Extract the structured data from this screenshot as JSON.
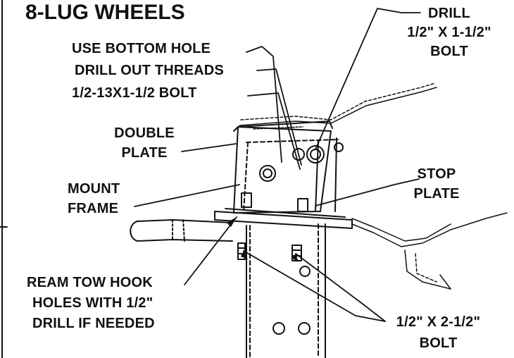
{
  "title": "8-LUG WHEELS",
  "labels": {
    "drill_bolt": [
      "DRILL",
      "1/2\" X 1-1/2\"",
      "BOLT"
    ],
    "use_bottom_hole": "USE BOTTOM HOLE",
    "drill_out_threads": "DRILL OUT THREADS",
    "bolt_13": "1/2-13X1-1/2 BOLT",
    "double_plate": [
      "DOUBLE",
      "PLATE"
    ],
    "mount_frame": [
      "MOUNT",
      "FRAME"
    ],
    "stop_plate": [
      "STOP",
      "PLATE"
    ],
    "ream": [
      "REAM TOW HOOK",
      "HOLES WITH 1/2\"",
      "DRILL IF NEEDED"
    ],
    "bolt_212": [
      "1/2\" X 2-1/2\"",
      "BOLT"
    ]
  },
  "colors": {
    "ink": "#111111",
    "background": "#ffffff"
  }
}
